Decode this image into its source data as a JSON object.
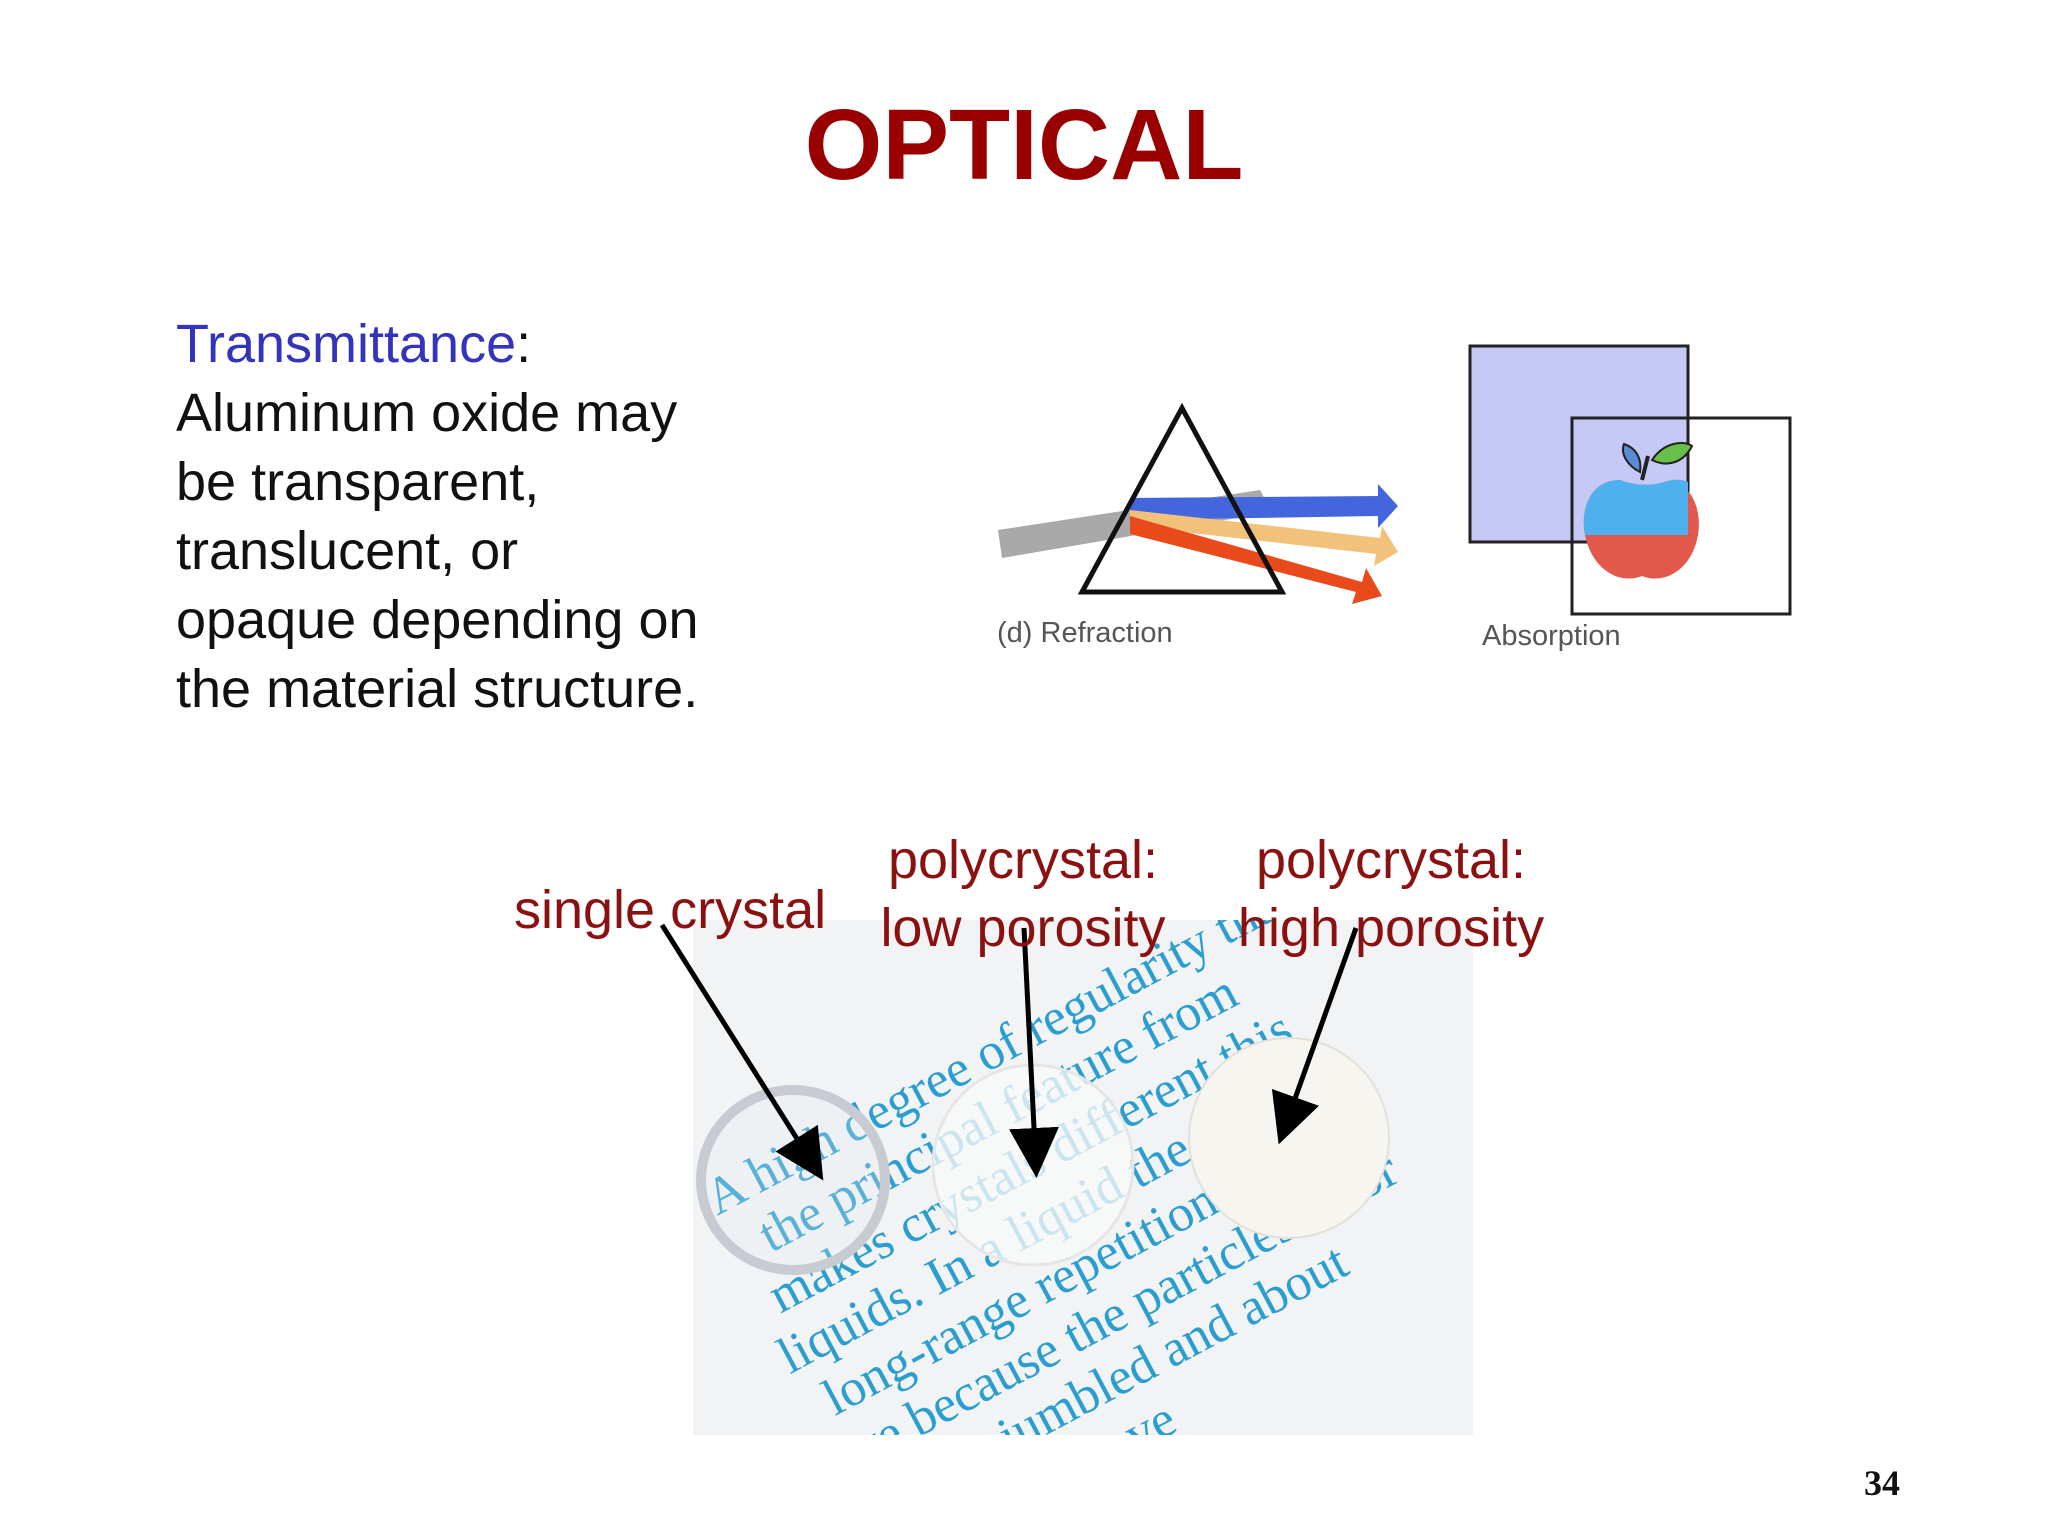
{
  "slide": {
    "title": "OPTICAL",
    "page_number": "34"
  },
  "text_block": {
    "term": "Transmittance",
    "colon": ":",
    "lines": [
      "Aluminum oxide may",
      "be transparent,",
      "translucent, or",
      "opaque depending on",
      "the material structure."
    ]
  },
  "figure_top": {
    "left_caption": "(d) Refraction",
    "right_caption": "Absorption"
  },
  "photo_labels": {
    "single": "single crystal",
    "low_line1": "polycrystal:",
    "low_line2": "low porosity",
    "high_line1": "polycrystal:",
    "high_line2": "high porosity"
  },
  "photo_text": {
    "line1": "A high degree of regularity that",
    "line2": "the principal feature from",
    "line3": "makes crystals different this",
    "line4": "liquids. In a liquid the struc-",
    "line5": "long-range repetition in a",
    "line6": "ture because the particles disor",
    "line7": "are jumbled and about",
    "line8": "they move"
  },
  "colors": {
    "title": "#990000",
    "term": "#3333bb",
    "label": "#8b1010",
    "photo_text": "#2a9ed0"
  }
}
